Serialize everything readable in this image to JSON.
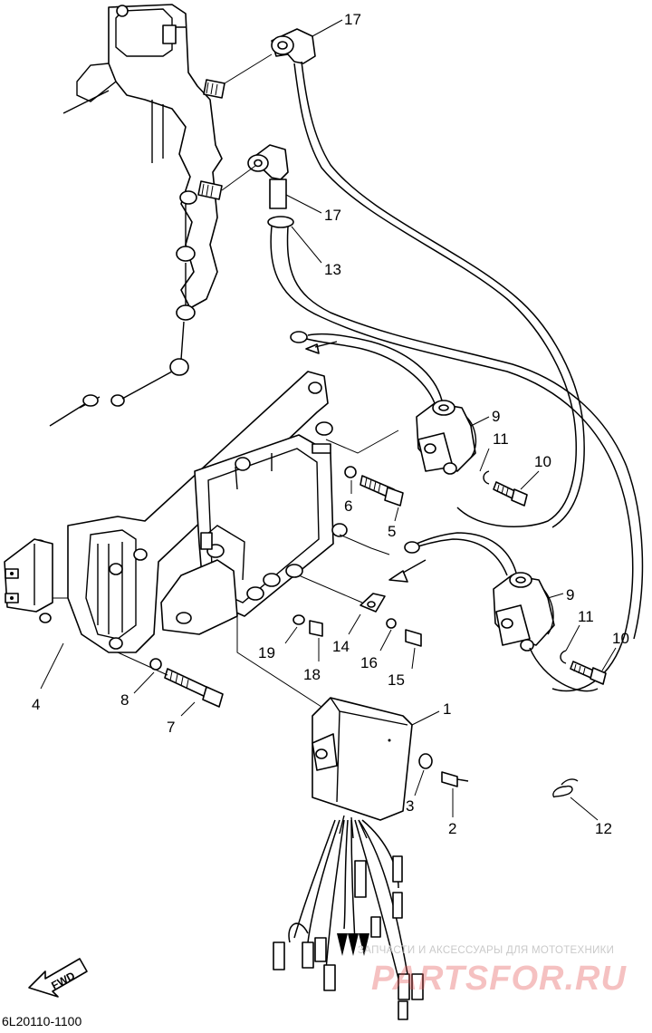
{
  "diagram_code": "6L20110-1100",
  "fwd_label": "FWD",
  "watermark": {
    "tagline": "ЗАПЧАСТИ И АКСЕССУАРЫ ДЛЯ МОТОТЕХНИКИ",
    "logo": "PARTSFOR.RU"
  },
  "callouts": [
    {
      "id": "c17a",
      "text": "17"
    },
    {
      "id": "c17b",
      "text": "17"
    },
    {
      "id": "c13",
      "text": "13"
    },
    {
      "id": "c9a",
      "text": "9"
    },
    {
      "id": "c11a",
      "text": "11"
    },
    {
      "id": "c10a",
      "text": "10"
    },
    {
      "id": "c6",
      "text": "6"
    },
    {
      "id": "c5",
      "text": "5"
    },
    {
      "id": "c9b",
      "text": "9"
    },
    {
      "id": "c11b",
      "text": "11"
    },
    {
      "id": "c10b",
      "text": "10"
    },
    {
      "id": "c4",
      "text": "4"
    },
    {
      "id": "c8",
      "text": "8"
    },
    {
      "id": "c7",
      "text": "7"
    },
    {
      "id": "c19",
      "text": "19"
    },
    {
      "id": "c18",
      "text": "18"
    },
    {
      "id": "c14",
      "text": "14"
    },
    {
      "id": "c16",
      "text": "16"
    },
    {
      "id": "c15",
      "text": "15"
    },
    {
      "id": "c1",
      "text": "1"
    },
    {
      "id": "c3",
      "text": "3"
    },
    {
      "id": "c2",
      "text": "2"
    },
    {
      "id": "c12",
      "text": "12"
    }
  ]
}
